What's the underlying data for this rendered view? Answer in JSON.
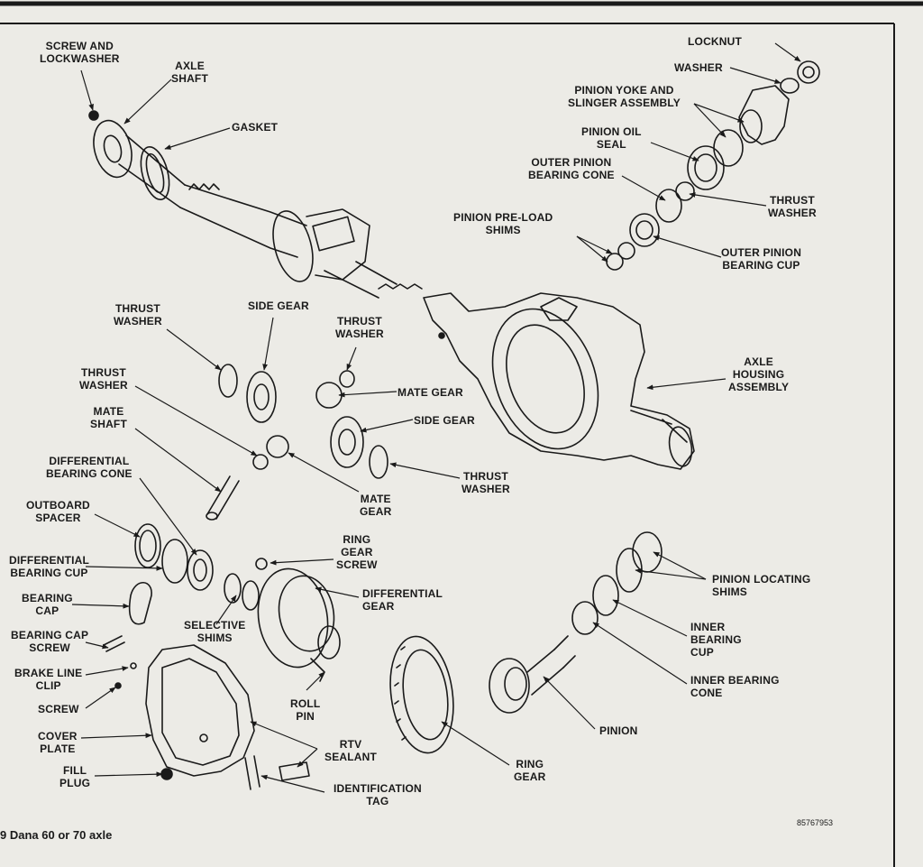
{
  "labels": {
    "screw_lockwasher": "SCREW AND\nLOCKWASHER",
    "axle_shaft": "AXLE\nSHAFT",
    "gasket": "GASKET",
    "locknut": "LOCKNUT",
    "washer": "WASHER",
    "pinion_yoke": "PINION YOKE AND\nSLINGER ASSEMBLY",
    "pinion_oil_seal": "PINION OIL\nSEAL",
    "outer_pinion_cone": "OUTER PINION\nBEARING CONE",
    "thrust_washer_top": "THRUST\nWASHER",
    "pinion_preload_shims": "PINION PRE-LOAD\nSHIMS",
    "outer_pinion_cup": "OUTER PINION\nBEARING CUP",
    "thrust_washer_left1": "THRUST\nWASHER",
    "side_gear_top": "SIDE GEAR",
    "thrust_washer_mid": "THRUST\nWASHER",
    "axle_housing": "AXLE\nHOUSING\nASSEMBLY",
    "thrust_washer_left2": "THRUST\nWASHER",
    "mate_gear_top": "MATE GEAR",
    "mate_shaft": "MATE\nSHAFT",
    "side_gear_mid": "SIDE GEAR",
    "diff_bearing_cone": "DIFFERENTIAL\nBEARING CONE",
    "thrust_washer_right": "THRUST\nWASHER",
    "mate_gear_lower": "MATE\nGEAR",
    "outboard_spacer": "OUTBOARD\nSPACER",
    "ring_gear_screw": "RING\nGEAR\nSCREW",
    "diff_bearing_cup": "DIFFERENTIAL\nBEARING CUP",
    "pinion_locating_shims": "PINION LOCATING\nSHIMS",
    "bearing_cap": "BEARING\nCAP",
    "differential_gear": "DIFFERENTIAL\nGEAR",
    "selective_shims": "SELECTIVE\nSHIMS",
    "inner_bearing_cup": "INNER\nBEARING\nCUP",
    "bearing_cap_screw": "BEARING CAP\nSCREW",
    "brake_line_clip": "BRAKE LINE\nCLIP",
    "inner_bearing_cone": "INNER BEARING\nCONE",
    "screw": "SCREW",
    "roll_pin": "ROLL\nPIN",
    "pinion": "PINION",
    "cover_plate": "COVER\nPLATE",
    "rtv_sealant": "RTV\nSEALANT",
    "ring_gear": "RING\nGEAR",
    "fill_plug": "FILL\nPLUG",
    "identification_tag": "IDENTIFICATION\nTAG"
  },
  "caption": "9 Dana 60 or 70 axle",
  "figure_number": "85767953",
  "colors": {
    "paper": "#ecebe6",
    "ink": "#1a1a1a"
  }
}
